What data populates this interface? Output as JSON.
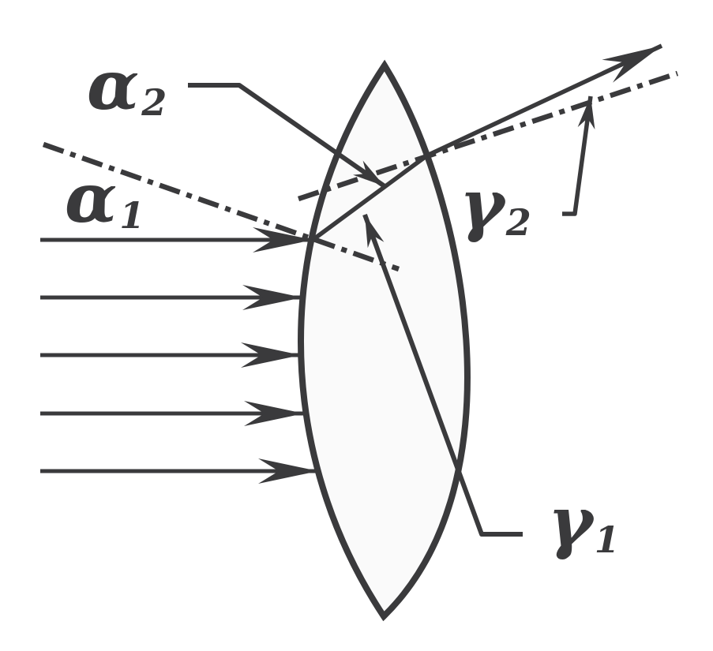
{
  "colors": {
    "ink": "#3a3a3c",
    "lens_fill": "#fafafa",
    "bg": "#ffffff"
  },
  "figure": {
    "kind": "lens-refraction-ray-diagram",
    "parallel_ray_count": 5
  },
  "labels": {
    "alpha1": {
      "letter": "α",
      "sub": "1"
    },
    "alpha2": {
      "letter": "α",
      "sub": "2"
    },
    "gamma1": {
      "letter": "γ",
      "sub": "1"
    },
    "gamma2": {
      "letter": "γ",
      "sub": "2"
    }
  }
}
